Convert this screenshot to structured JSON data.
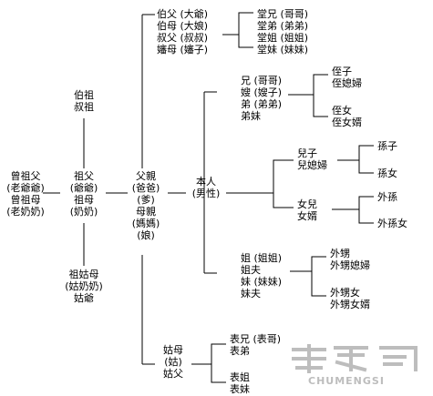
{
  "watermark": {
    "brand_text": "CHUMENGSI",
    "logo_chars": "楚梦司",
    "color": "#bdbdbd"
  },
  "great_grandparents": [
    "曾祖父",
    "(老爺爺)",
    "曾祖母",
    "(老奶奶)"
  ],
  "great_uncle": [
    "伯祖",
    "叔祖"
  ],
  "grandparents": [
    "祖父",
    "(爺爺)",
    "祖母",
    "(奶奶)"
  ],
  "great_aunt": [
    "祖姑母",
    "(姑奶奶)",
    "姑爺"
  ],
  "parents": [
    "父親",
    "(爸爸)",
    "(爹)",
    "母親",
    "(媽媽)",
    "(娘)"
  ],
  "father_siblings": [
    "伯父 (大爺)",
    "伯母 (大娘)",
    "叔父 (叔叔)",
    "嬸母 (嬸子)"
  ],
  "tang_cousins": [
    "堂兄 (哥哥)",
    "堂弟 (弟弟)",
    "堂姐 (姐姐)",
    "堂妹 (妹妹)"
  ],
  "aunt": [
    "姑母",
    "(姑)",
    "姑父"
  ],
  "biao_cousins_male": [
    "表兄 (表哥)",
    "表弟"
  ],
  "biao_cousins_female": [
    "表姐",
    "表妹"
  ],
  "self": [
    "本人",
    "(男性)"
  ],
  "brothers": [
    "兄 (哥哥)",
    "嫂 (嫂子)",
    "弟 (弟弟)",
    "弟妹"
  ],
  "brother_son": [
    "侄子",
    "侄媳婦"
  ],
  "brother_daughter": [
    "侄女",
    "侄女婿"
  ],
  "son": [
    "兒子",
    "兒媳婦"
  ],
  "daughter": [
    "女兒",
    "女婿"
  ],
  "grandson": "孫子",
  "granddaughter": "孫女",
  "daughter_son": "外孫",
  "daughter_daughter": "外孫女",
  "sisters": [
    "姐 (姐姐)",
    "姐夫",
    "妹 (妹妹)",
    "妹夫"
  ],
  "sister_son": [
    "外甥",
    "外甥媳婦"
  ],
  "sister_daughter": [
    "外甥女",
    "外甥女婿"
  ]
}
